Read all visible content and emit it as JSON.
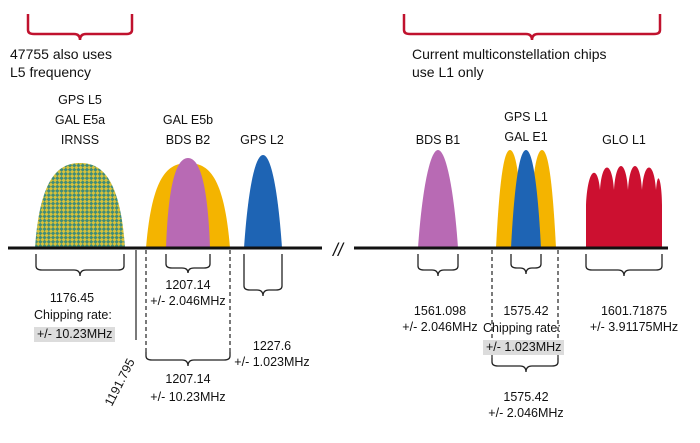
{
  "colors": {
    "red_bracket": "#c0122e",
    "gps_l5_gal_e5a_irnss": "#3f8c7a",
    "checker": "#d8c23a",
    "gal_e5b_gold": "#f4b400",
    "bds_b2_purple": "#b86ab4",
    "gps_l2_blue": "#1e64b4",
    "bds_b1_purple": "#b86ab4",
    "gps_l1_blue": "#1e64b4",
    "gal_e1_gold": "#f4b400",
    "glo_l1_red": "#cc1030",
    "gray_box": "#dcdcdc"
  },
  "notes": {
    "left_line1": "47755 also uses",
    "left_line2": "L5 frequency",
    "right_line1": "Current multiconstellation chips",
    "right_line2": "use L1 only"
  },
  "signals": {
    "l5_group": [
      "GPS L5",
      "GAL E5a",
      "IRNSS"
    ],
    "e5b_group": [
      "GAL E5b",
      "BDS B2"
    ],
    "l2": "GPS L2",
    "b1": "BDS B1",
    "l1_group": [
      "GPS L1",
      "GAL E1"
    ],
    "glo": "GLO L1"
  },
  "axis_break": "//",
  "freq_labels": {
    "l5_center": "1176.45",
    "l5_chip": "Chipping rate:",
    "l5_bw": "+/- 10.23MHz",
    "rotated": "1191.795",
    "b2_center": "1207.14",
    "b2_bw": "+/- 2.046MHz",
    "e5b_center": "1207.14",
    "e5b_bw": "+/- 10.23MHz",
    "l2_center": "1227.6",
    "l2_bw": "+/- 1.023MHz",
    "b1_center": "1561.098",
    "b1_bw": "+/- 2.046MHz",
    "l1_center": "1575.42",
    "l1_chip": "Chipping rate:",
    "l1_bw": "+/- 1.023MHz",
    "e1_center": "1575.42",
    "e1_bw": "+/- 2.046MHz",
    "glo_center": "1601.71875",
    "glo_bw": "+/- 3.91175MHz"
  }
}
